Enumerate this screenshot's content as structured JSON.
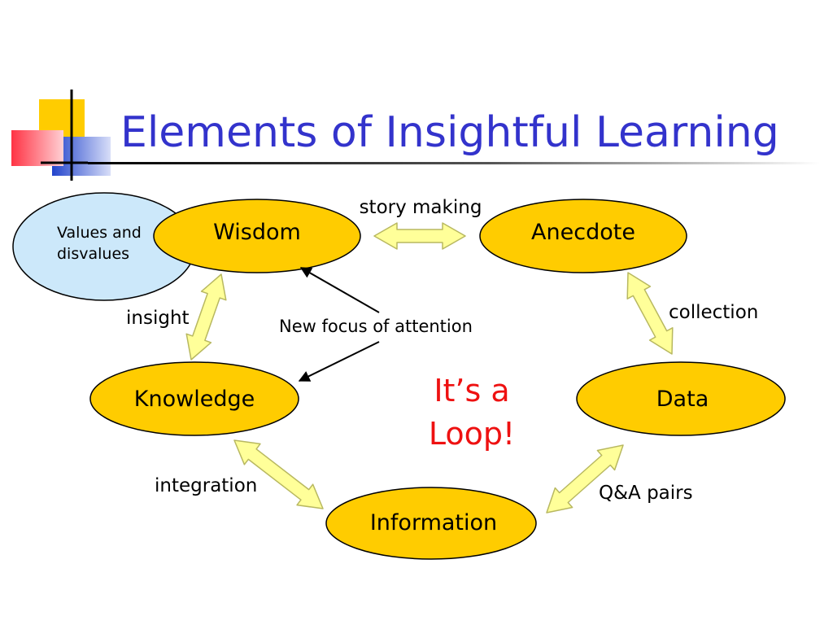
{
  "slide": {
    "title": "Elements of Insightful Learning"
  },
  "colors": {
    "title": "#3333cc",
    "node_fill": "#ffcc00",
    "values_fill": "#cce8fa",
    "arrow_fill": "#ffff99",
    "arrow_stroke": "#b8b860",
    "accent_red": "#ee1111",
    "logo_yellow": "#ffcc00",
    "logo_blue": "#2244cc",
    "logo_red": "#ff3344"
  },
  "nodes": {
    "values": "Values and disvalues",
    "values_line1": "Values and",
    "values_line2": "disvalues",
    "wisdom": "Wisdom",
    "anecdote": "Anecdote",
    "knowledge": "Knowledge",
    "data": "Data",
    "information": "Information"
  },
  "edges": {
    "story_making": "story making",
    "collection": "collection",
    "qa_pairs": "Q&A pairs",
    "integration": "integration",
    "insight": "insight"
  },
  "annotations": {
    "new_focus": "New focus of attention",
    "loop_line1": "It’s a",
    "loop_line2": "Loop!"
  }
}
